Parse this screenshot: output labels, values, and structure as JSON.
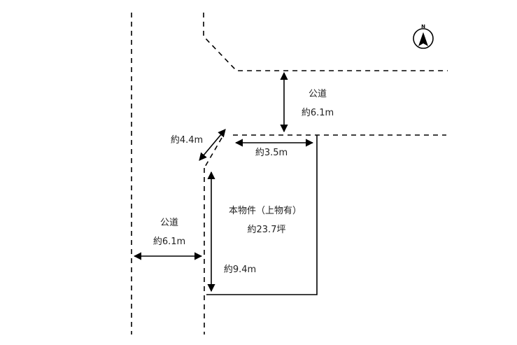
{
  "compass": {
    "north_label": "N"
  },
  "roads": {
    "north_road": {
      "label": "公道",
      "width": "約6.1m"
    },
    "west_road": {
      "label": "公道",
      "width": "約6.1m"
    }
  },
  "property": {
    "title": "本物件（上物有）",
    "area": "約23.7坪"
  },
  "dimensions": {
    "diagonal_edge": "約4.4m",
    "top_edge": "約3.5m",
    "left_edge": "約9.4m"
  }
}
